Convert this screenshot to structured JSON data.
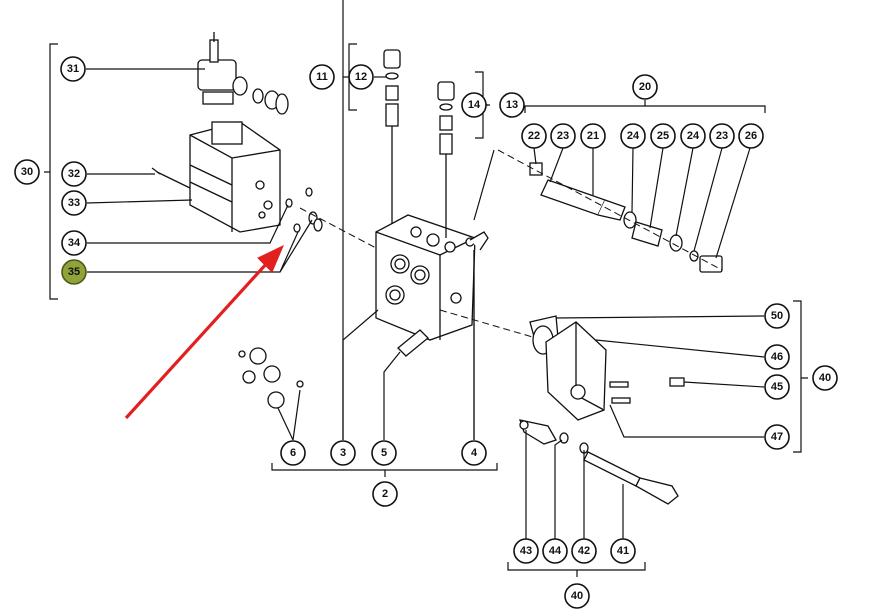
{
  "callouts": [
    {
      "id": "c31",
      "label": "31"
    },
    {
      "id": "c30",
      "label": "30"
    },
    {
      "id": "c32",
      "label": "32"
    },
    {
      "id": "c33",
      "label": "33"
    },
    {
      "id": "c34",
      "label": "34"
    },
    {
      "id": "c35",
      "label": "35"
    },
    {
      "id": "c11",
      "label": "11"
    },
    {
      "id": "c12",
      "label": "12"
    },
    {
      "id": "c14",
      "label": "14"
    },
    {
      "id": "c13",
      "label": "13"
    },
    {
      "id": "c20",
      "label": "20"
    },
    {
      "id": "c22",
      "label": "22"
    },
    {
      "id": "c23a",
      "label": "23"
    },
    {
      "id": "c21",
      "label": "21"
    },
    {
      "id": "c24a",
      "label": "24"
    },
    {
      "id": "c25",
      "label": "25"
    },
    {
      "id": "c24b",
      "label": "24"
    },
    {
      "id": "c23b",
      "label": "23"
    },
    {
      "id": "c26",
      "label": "26"
    },
    {
      "id": "c50",
      "label": "50"
    },
    {
      "id": "c46",
      "label": "46"
    },
    {
      "id": "c40a",
      "label": "40"
    },
    {
      "id": "c45",
      "label": "45"
    },
    {
      "id": "c47",
      "label": "47"
    },
    {
      "id": "c6",
      "label": "6"
    },
    {
      "id": "c3",
      "label": "3"
    },
    {
      "id": "c5",
      "label": "5"
    },
    {
      "id": "c4",
      "label": "4"
    },
    {
      "id": "c2",
      "label": "2"
    },
    {
      "id": "c43",
      "label": "43"
    },
    {
      "id": "c44",
      "label": "44"
    },
    {
      "id": "c42",
      "label": "42"
    },
    {
      "id": "c41",
      "label": "41"
    },
    {
      "id": "c40b",
      "label": "40"
    }
  ],
  "highlighted_callout": "35",
  "colors": {
    "highlight": "#8ea33a",
    "arrow": "#e32020",
    "ink": "#111111"
  }
}
